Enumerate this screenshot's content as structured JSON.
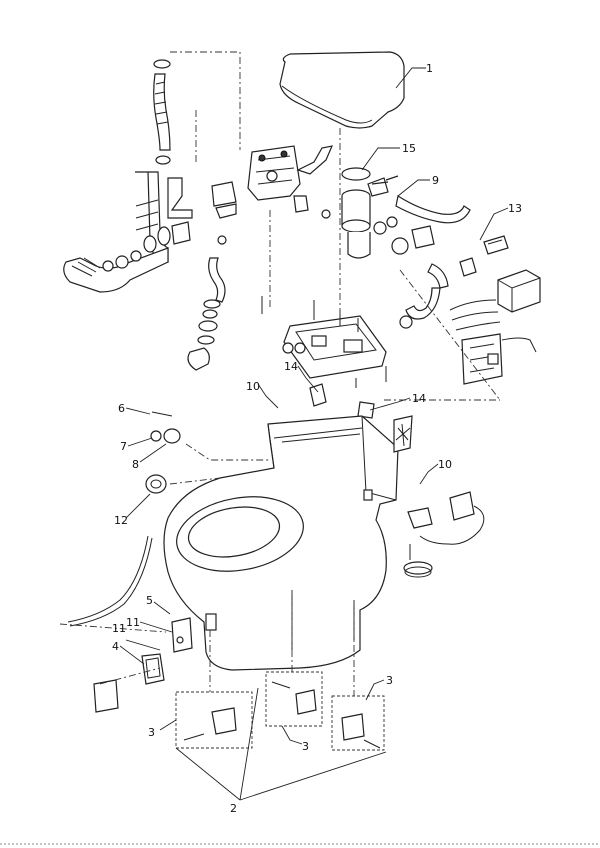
{
  "callouts": [
    {
      "id": "c1",
      "text": "1"
    },
    {
      "id": "c2",
      "text": "2"
    },
    {
      "id": "c3a",
      "text": "3"
    },
    {
      "id": "c3b",
      "text": "3"
    },
    {
      "id": "c3c",
      "text": "3"
    },
    {
      "id": "c4",
      "text": "4"
    },
    {
      "id": "c5",
      "text": "5"
    },
    {
      "id": "c6",
      "text": "6"
    },
    {
      "id": "c7",
      "text": "7"
    },
    {
      "id": "c8",
      "text": "8"
    },
    {
      "id": "c9",
      "text": "9"
    },
    {
      "id": "c10a",
      "text": "10"
    },
    {
      "id": "c10b",
      "text": "10"
    },
    {
      "id": "c11a",
      "text": "11"
    },
    {
      "id": "c11b",
      "text": "11"
    },
    {
      "id": "c12",
      "text": "12"
    },
    {
      "id": "c13",
      "text": "13"
    },
    {
      "id": "c14a",
      "text": "14"
    },
    {
      "id": "c14b",
      "text": "14"
    },
    {
      "id": "c15",
      "text": "15"
    }
  ]
}
